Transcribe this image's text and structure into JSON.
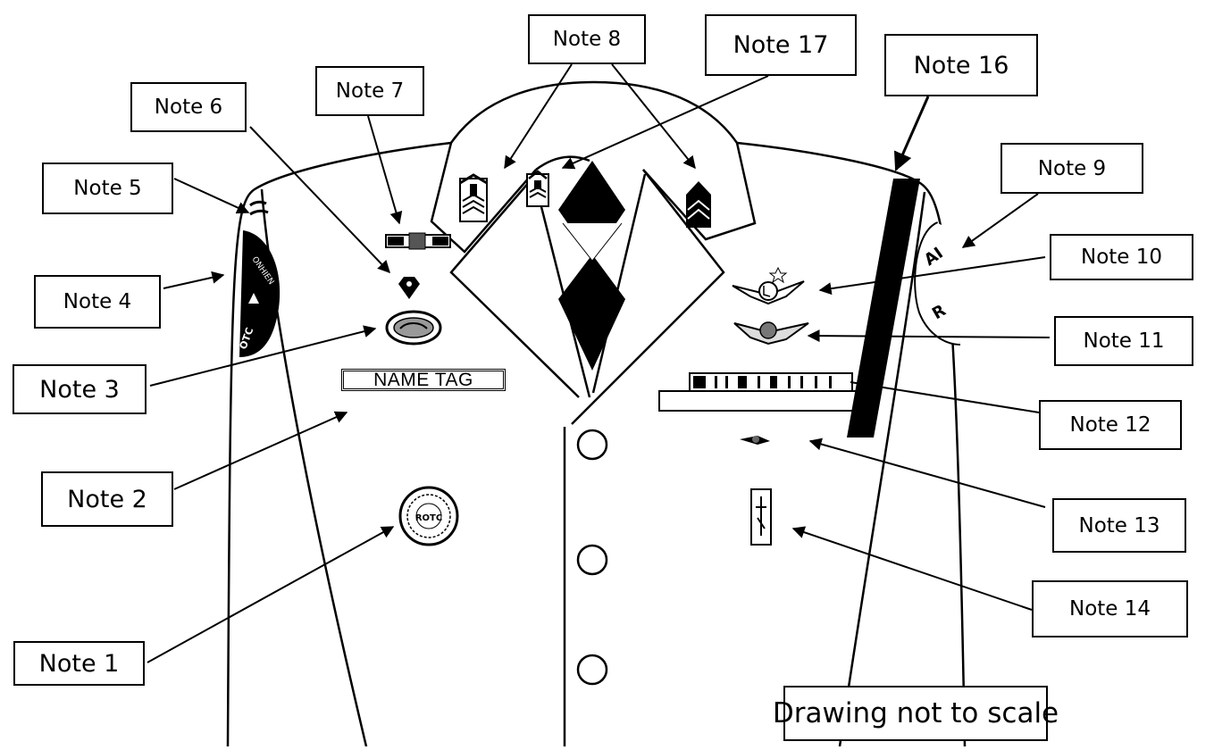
{
  "notes": {
    "n1": "Note 1",
    "n2": "Note 2",
    "n3": "Note 3",
    "n4": "Note 4",
    "n5": "Note 5",
    "n6": "Note 6",
    "n7": "Note 7",
    "n8": "Note 8",
    "n9": "Note 9",
    "n10": "Note 10",
    "n11": "Note 11",
    "n12": "Note 12",
    "n13": "Note 13",
    "n14": "Note 14",
    "n16": "Note 16",
    "n17": "Note 17"
  },
  "name_tag": "NAME TAG",
  "footer_caption": "Drawing not to scale",
  "patch_text": {
    "left_sleeve_top": "ONHIEN",
    "left_sleeve_bottom": "OTC",
    "right_sleeve_top": "AI",
    "right_sleeve_bottom": "R",
    "chest_seal": "ROTC"
  },
  "icons": [
    "sleeve-patch-icon",
    "chevron-insignia-icon",
    "wings-badge-icon",
    "ribbon-rack-icon",
    "seal-emblem-icon",
    "button-icon",
    "tie-icon"
  ]
}
